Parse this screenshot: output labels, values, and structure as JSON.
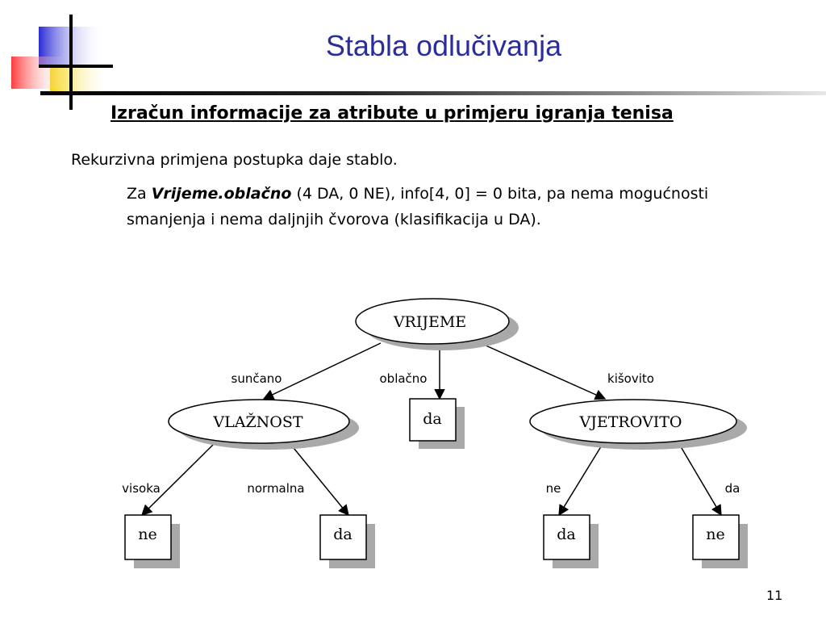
{
  "slide": {
    "title": "Stabla odlučivanja",
    "subtitle": "Izračun informacije za atribute u primjeru igranja tenisa",
    "line1": "Rekurzivna primjena postupka daje stablo.",
    "para_prefix": "Za ",
    "para_emph": "Vrijeme.oblačno",
    "para_rest": " (4 DA, 0 NE), info[4, 0] = 0 bita, pa nema mogućnosti smanjenja i nema daljnjih čvorova (klasifikacija u DA).",
    "page_number": "11"
  },
  "tree": {
    "root": "VRIJEME",
    "edge_suncano": "sunčano",
    "edge_oblacno": "oblačno",
    "edge_kisovito": "kišovito",
    "node_vlaznost": "VLAŽNOST",
    "node_oblacno_leaf": "da",
    "node_vjetrovito": "VJETROVITO",
    "edge_visoka": "visoka",
    "edge_normalna": "normalna",
    "edge_ne": "ne",
    "edge_da": "da",
    "leaf_visoka": "ne",
    "leaf_normalna": "da",
    "leaf_vjetar_ne": "da",
    "leaf_vjetar_da": "ne"
  },
  "colors": {
    "title": "#2a2e9a",
    "logo_blue": "#2b2bd6",
    "logo_yellow": "#f5d40a",
    "logo_red": "#ff3c3c",
    "shadow": "#a9a9a9"
  }
}
